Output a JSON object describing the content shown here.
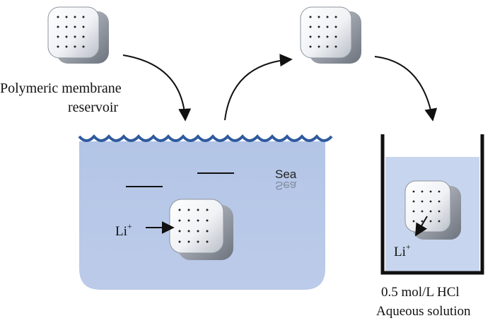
{
  "labels": {
    "reservoir_line1": "Polymeric membrane",
    "reservoir_line2": "reservoir",
    "sea": "Sea",
    "sea_reflection": "Sea",
    "li_in_base": "Li",
    "li_in_sup": "+",
    "li_out_base": "Li",
    "li_out_sup": "+",
    "solution_line1": "0.5 mol/L HCl",
    "solution_line2": "Aqueous solution"
  },
  "colors": {
    "sea_fill": "#b7c8e8",
    "wave_stroke": "#2f5a9e",
    "beaker_stroke": "#111111",
    "solution_fill": "#c7d6ee",
    "arrow": "#111111"
  }
}
